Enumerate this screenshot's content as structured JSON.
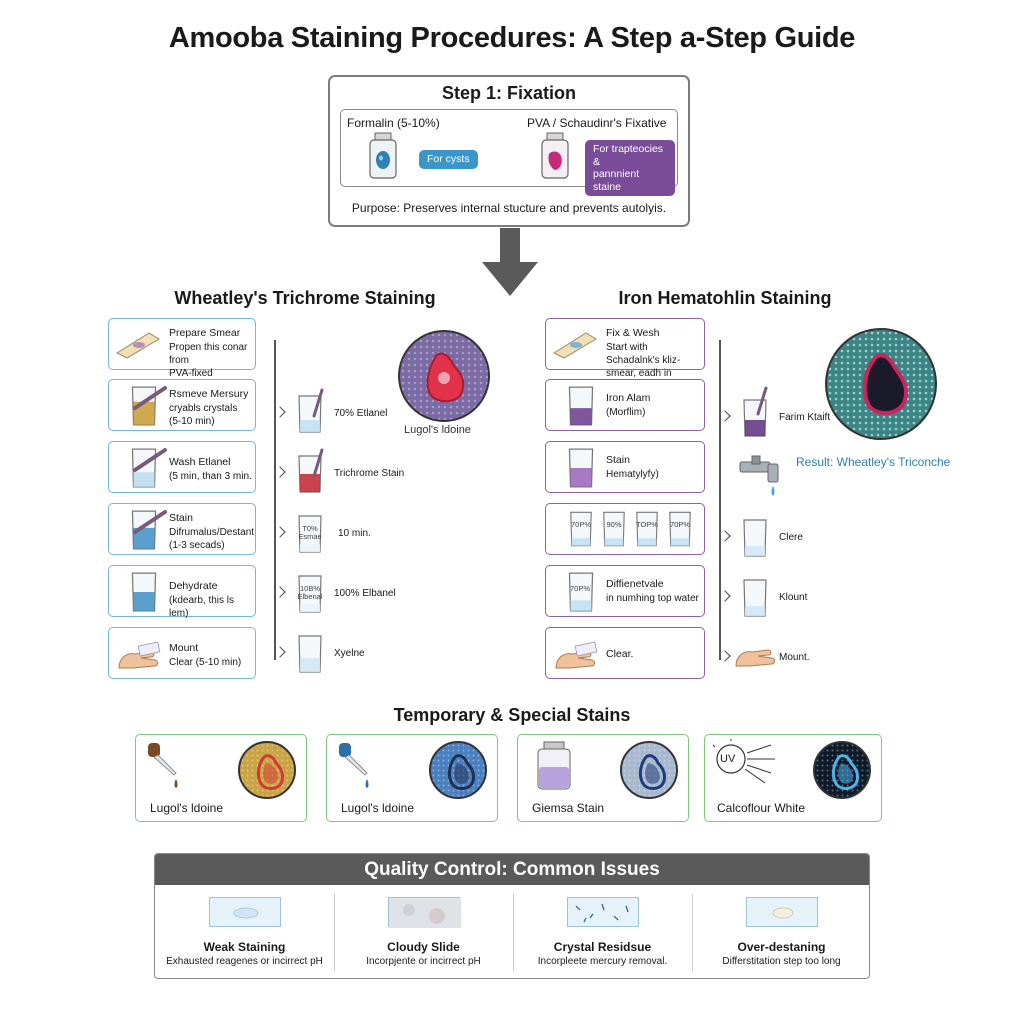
{
  "title": "Amooba Staining Procedures: A Step a-Step Guide",
  "step1": {
    "title": "Step 1: Fixation",
    "formalin_label": "Formalin (5-10%)",
    "formalin_note": "For cysts",
    "pva_label": "PVA / Schaudinr's Fixative",
    "pva_note_1": "For trapteocies &",
    "pva_note_2": "pannnient staine",
    "purpose": "Purpose: Preserves internal stucture and prevents autolyis."
  },
  "trichrome": {
    "title": "Wheatley's Trichrome Staining",
    "steps": [
      {
        "title": "Prepare Smear",
        "lines": [
          "Propen this conar from",
          "PVA-fixed specilment."
        ]
      },
      {
        "title": "Rsmeve Mersury",
        "lines": [
          "cryabls crystals",
          "(5-10 min)"
        ]
      },
      {
        "title": "Wash Etlanel",
        "lines": [
          "(5 min, than 3 min."
        ]
      },
      {
        "title": "Stain",
        "lines": [
          "Difrumalus/Destant",
          "(1-3 secads)"
        ]
      },
      {
        "title": "Dehydrate",
        "lines": [
          "(kdearb, this ls lem)"
        ]
      },
      {
        "title": "Mount",
        "lines": [
          "Clear (5-10 min)"
        ]
      }
    ],
    "reagents": [
      {
        "label": "70% Etlanel",
        "jar": ""
      },
      {
        "label": "Trichrome Stain",
        "jar": ""
      },
      {
        "label": "10 min.",
        "jar": "T0% Esmae"
      },
      {
        "label": "100% Elbanel",
        "jar": "10B% Elbenal"
      },
      {
        "label": "Xyelne",
        "jar": ""
      }
    ],
    "result_label": "Lugol's ldoine"
  },
  "iron": {
    "title": "Iron Hematohlin Staining",
    "steps": [
      {
        "title": "Fix & Wesh",
        "lines": [
          "Start with Schadalnk's kliz-",
          "smear, eadh in dichool."
        ]
      },
      {
        "title": "Iron Alam",
        "lines": [
          "(Morflim)"
        ]
      },
      {
        "title": "Stain",
        "lines": [
          "Hematylyfy)"
        ]
      },
      {
        "title": "",
        "lines": []
      },
      {
        "title": "Diffienetvale",
        "lines": [
          "in numhing top water"
        ]
      },
      {
        "title": "Clear.",
        "lines": []
      }
    ],
    "jar_labels": [
      "70P%",
      "90%",
      "TOP%",
      "70P%"
    ],
    "reagents": [
      "Farim Ktaift",
      "Clere",
      "Klount",
      "Mount."
    ],
    "result_label": "Result: Wheatley's Triconche"
  },
  "temporary": {
    "title": "Temporary & Special Stains",
    "items": [
      {
        "label": "Lugol's ldoine"
      },
      {
        "label": "Lugol's ldoine"
      },
      {
        "label": "Giemsa Stain"
      },
      {
        "label": "Calcoflour White",
        "icon_text": "UV"
      }
    ]
  },
  "qc": {
    "title": "Quality Control: Common Issues",
    "items": [
      {
        "title": "Weak Staining",
        "desc": "Exhausted reagenes or incirrect pH"
      },
      {
        "title": "Cloudy Slide",
        "desc": "Incorpjente or incirrect pH"
      },
      {
        "title": "Crystal Residsue",
        "desc": "Incorpleete mercury removal."
      },
      {
        "title": "Over-destaning",
        "desc": "Differstitation step too long"
      }
    ]
  },
  "colors": {
    "trichrome_border": "#73b7df",
    "iron_border": "#8e62a8",
    "temp_border": "#82c67e",
    "qc_header": "#5a5a5a"
  }
}
